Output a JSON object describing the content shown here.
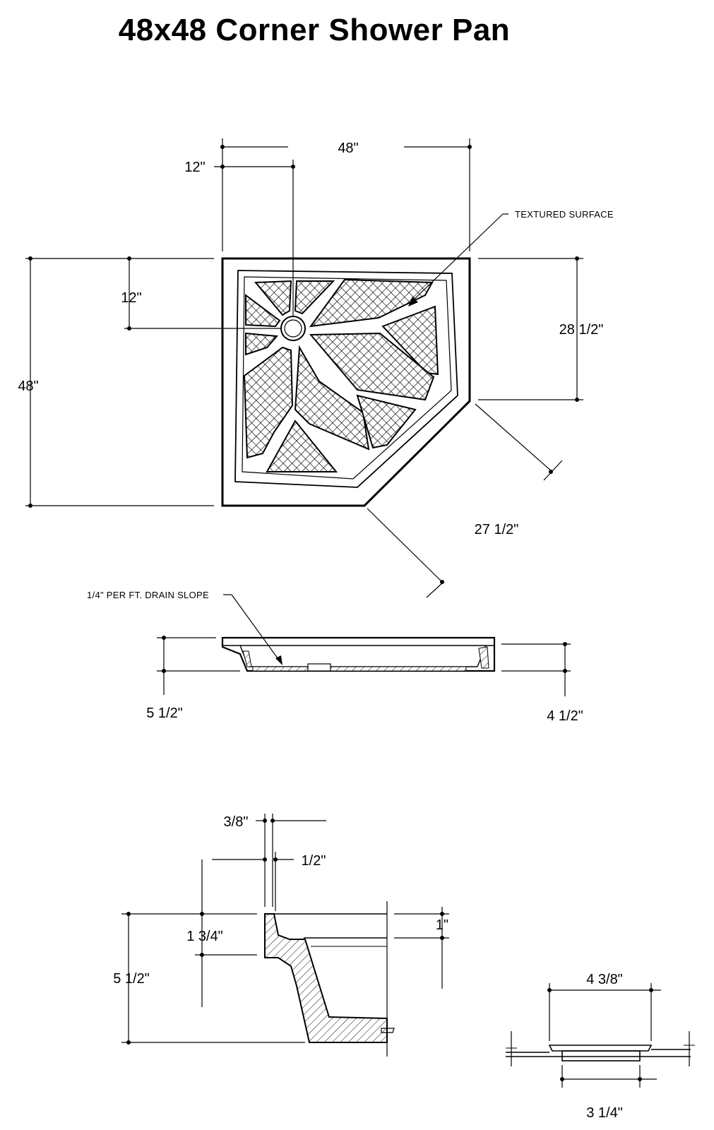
{
  "title": "48x48 Corner Shower Pan",
  "callouts": {
    "textured_surface": "TEXTURED SURFACE",
    "drain_slope": "1/4\" PER FT. DRAIN SLOPE"
  },
  "plan_dims": {
    "overall_width": "48\"",
    "drain_from_left": "12\"",
    "drain_from_top": "12\"",
    "overall_depth": "48\"",
    "right_side": "28 1/2\"",
    "diagonal": "27 1/2\""
  },
  "section_dims": {
    "left_height": "5 1/2\"",
    "right_height": "4 1/2\""
  },
  "detail_dims": {
    "wall_top": "3/8\"",
    "wall_inner": "1/2\"",
    "step_depth": "1 3/4\"",
    "total_height": "5 1/2\"",
    "rim_height": "1\""
  },
  "drain_dims": {
    "flange": "4 3/8\"",
    "body": "3 1/4\""
  }
}
